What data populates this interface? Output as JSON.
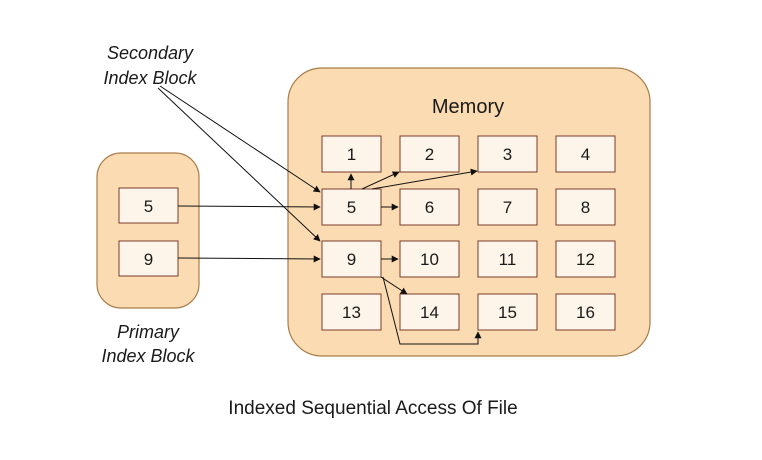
{
  "secondary_label": {
    "line1": "Secondary",
    "line2": "Index Block"
  },
  "primary_label": {
    "line1": "Primary",
    "line2": "Index Block"
  },
  "memory": {
    "title": "Memory",
    "blocks": [
      [
        "1",
        "2",
        "3",
        "4"
      ],
      [
        "5",
        "6",
        "7",
        "8"
      ],
      [
        "9",
        "10",
        "11",
        "12"
      ],
      [
        "13",
        "14",
        "15",
        "16"
      ]
    ]
  },
  "primary_index": [
    "5",
    "9"
  ],
  "caption": "Indexed Sequential Access Of File",
  "colors": {
    "container_fill": "#fbdcb2",
    "container_stroke": "#a87d4a",
    "cell_fill": "#fdf5ea",
    "cell_stroke": "#7a3a2a",
    "arrow": "#111111",
    "text": "#1a1a1a"
  }
}
